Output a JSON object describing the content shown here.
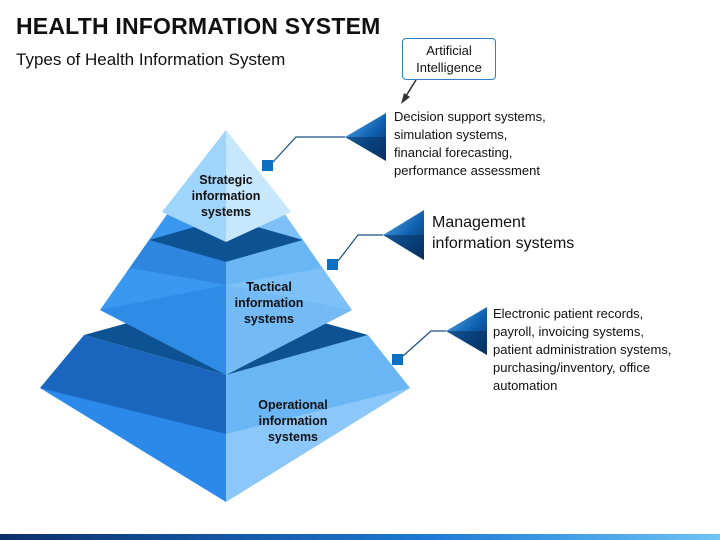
{
  "header": {
    "title": "HEALTH INFORMATION SYSTEM",
    "subtitle": "Types of Health Information System"
  },
  "callout": {
    "text": "Artificial Intelligence"
  },
  "levels": [
    {
      "label": "Strategic information systems",
      "description": "Decision support systems, simulation systems, financial forecasting, performance assessment"
    },
    {
      "label": "Tactical information systems",
      "description": "Management information systems"
    },
    {
      "label": "Operational information systems",
      "description": "Electronic patient records, payroll, invoicing systems, patient administration systems, purchasing/inventory, office automation"
    }
  ],
  "colors": {
    "top_light": "#9fd4fb",
    "top_right": "#c7e7fd",
    "band_dark": "#0d5393",
    "mid": "#3b99f0",
    "bottom": "#2a8ae8",
    "accent": "#0d6fc0"
  }
}
